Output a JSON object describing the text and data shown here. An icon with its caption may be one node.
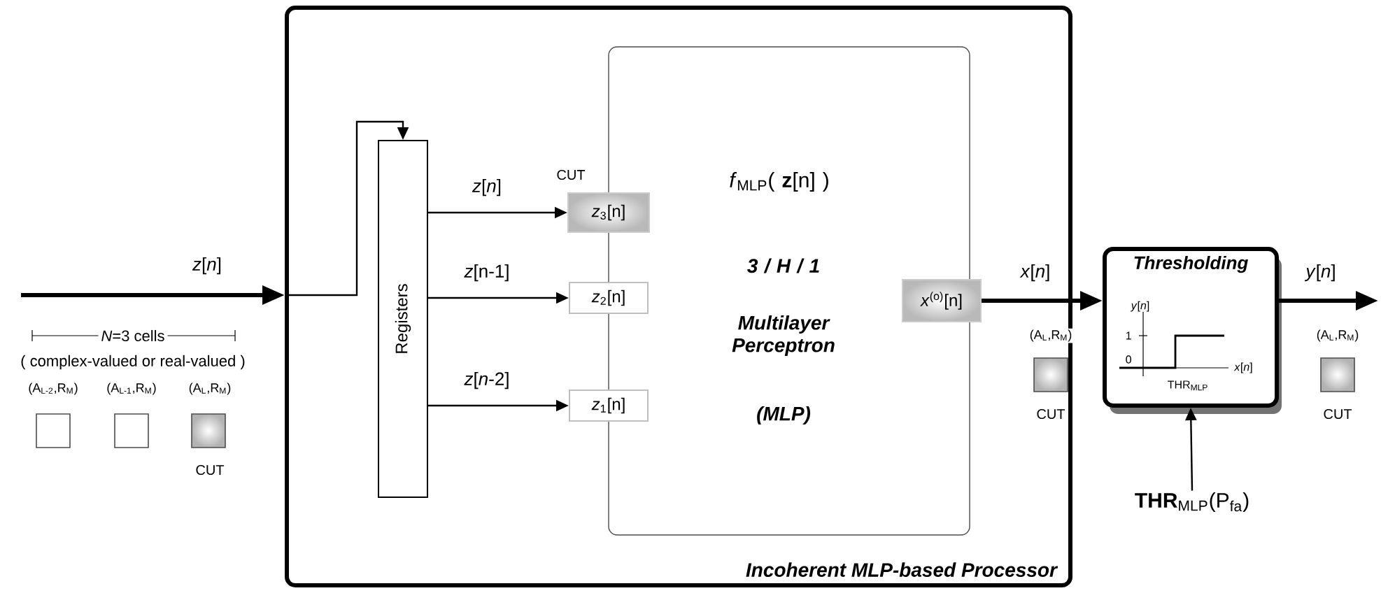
{
  "diagram": {
    "nodes": [
      {
        "text": [
          "Incoherent MLP-based Processor"
        ]
      },
      {
        "text": [
          "Registers"
        ],
        "in": 0
      },
      {
        "text": [
          "*f*$_{MLP}$( **z**[n] )",
          "3 / H / 1",
          "Multilayer Perceptron",
          "(MLP)"
        ],
        "in": 0
      },
      {
        "text": [
          "*z*$_{3}$[n]"
        ],
        "beside": [
          "CUT"
        ],
        "in": 0
      },
      {
        "text": [
          "*z*$_{2}$[n]"
        ],
        "in": 0
      },
      {
        "text": [
          "*z*$_{1}$[n]"
        ],
        "in": 0
      },
      {
        "text": [
          "*x*$^{(o)}$[n]"
        ],
        "in": 0
      },
      {
        "text": [
          "Thresholding",
          "*y*[*n*]",
          "1",
          "0",
          "*x*[*n*]",
          "THR$_{MLP}$"
        ]
      },
      {
        "text": [
          "**THR**$_{MLP}$(P$_{fa}$)"
        ]
      }
    ],
    "edges": [
      {
        "from": null,
        "to": 0,
        "arrow": "to",
        "label": "*z*[*n*]",
        "style": "thick"
      },
      {
        "from": 0,
        "to": 1,
        "arrow": "to"
      },
      {
        "from": 1,
        "to": 3,
        "arrow": "to",
        "label": "*z*[*n*]"
      },
      {
        "from": 1,
        "to": 4,
        "arrow": "to",
        "label": "*z*[n-1]"
      },
      {
        "from": 1,
        "to": 5,
        "arrow": "to",
        "label": "*z*[*n*-2]"
      },
      {
        "from": 6,
        "to": 7,
        "arrow": "to",
        "label": "*x*[*n*]",
        "style": "thick"
      },
      {
        "from": 8,
        "to": 7,
        "arrow": "to"
      },
      {
        "from": 7,
        "to": null,
        "arrow": "to",
        "label": "*y*[*n*]",
        "style": "thick"
      }
    ],
    "labels": [
      "*N*=3 cells",
      "( complex-valued or real-valued )",
      "(A$_{L-2}$,R$_{M}$)",
      "(A$_{L-1}$,R$_{M}$)",
      "(A$_{L}$,R$_{M}$)",
      "CUT",
      "(A$_{L}$,R$_{M}$)",
      "CUT",
      "(A$_{L}$,R$_{M}$)",
      "CUT"
    ]
  }
}
